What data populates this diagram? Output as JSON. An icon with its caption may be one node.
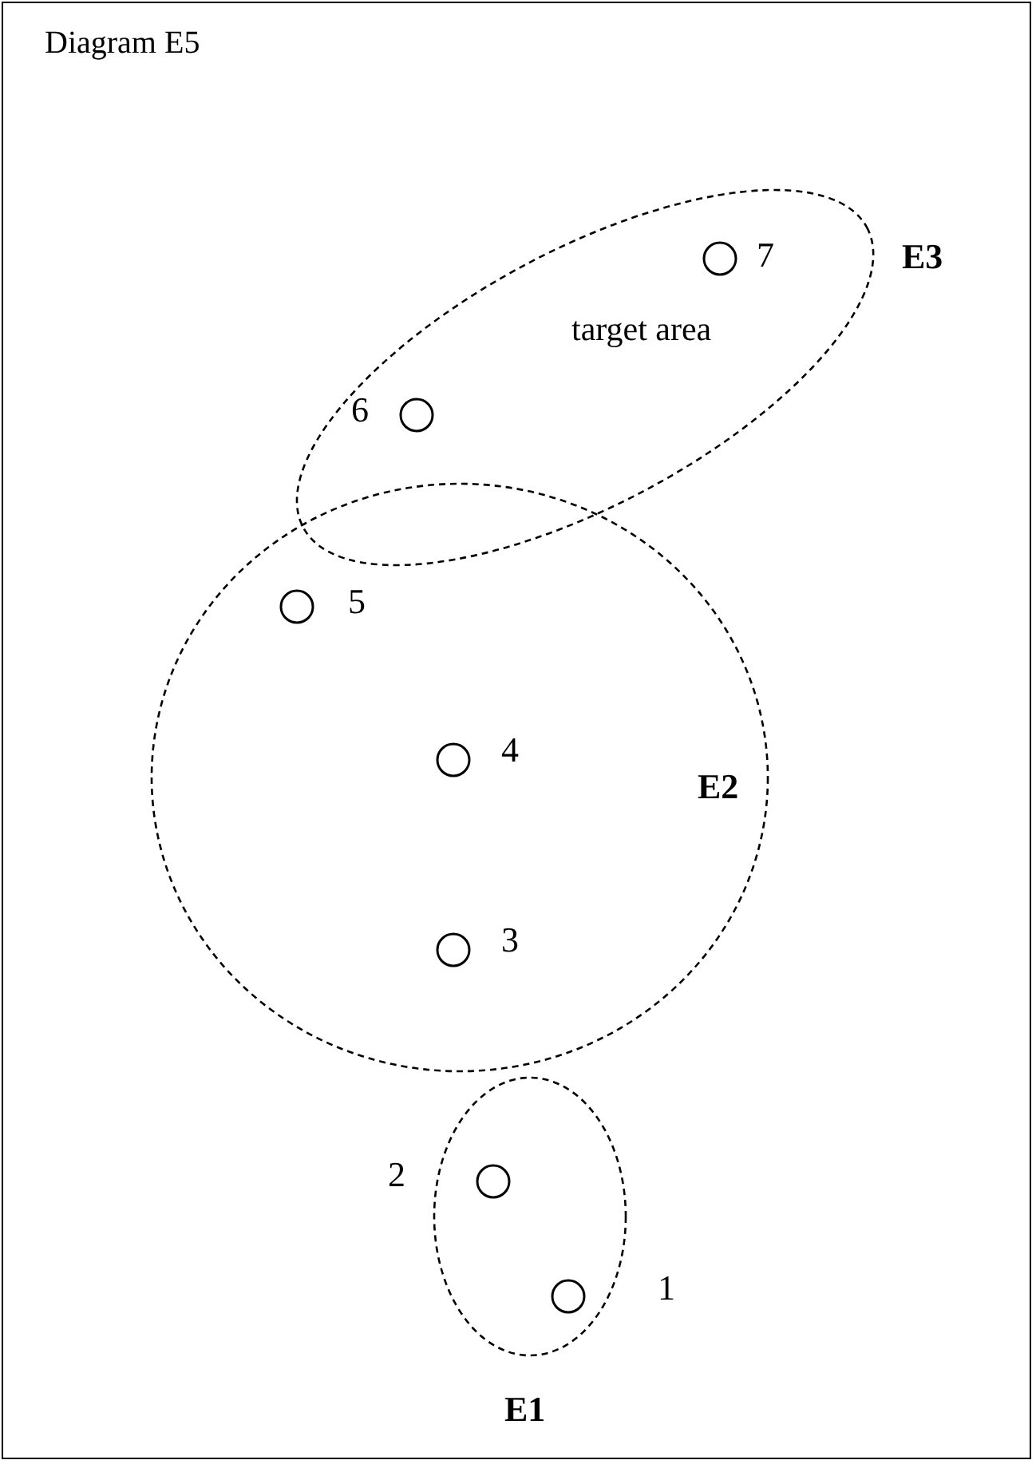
{
  "diagram": {
    "title": "Diagram E5",
    "nodes": [
      {
        "text": [],
        "shape": "ellipse",
        "beside": [
          "E3"
        ]
      },
      {
        "text": [],
        "shape": "circle",
        "beside": [
          "7"
        ],
        "in": 0
      },
      {
        "text": [],
        "shape": "circle",
        "beside": [
          "6"
        ],
        "in": 0
      },
      {
        "text": [],
        "shape": "ellipse",
        "beside": [
          "E2"
        ]
      },
      {
        "text": [],
        "shape": "circle",
        "beside": [
          "5"
        ],
        "in": 3
      },
      {
        "text": [],
        "shape": "circle",
        "beside": [
          "4"
        ],
        "in": 3
      },
      {
        "text": [],
        "shape": "circle",
        "beside": [
          "3"
        ],
        "in": 3
      },
      {
        "text": [],
        "shape": "ellipse",
        "beside": [
          "E1"
        ]
      },
      {
        "text": [],
        "shape": "circle",
        "beside": [
          "2"
        ],
        "in": 7
      },
      {
        "text": [],
        "shape": "circle",
        "beside": [
          "1"
        ],
        "in": 7
      }
    ],
    "labels": [
      "target area"
    ]
  }
}
